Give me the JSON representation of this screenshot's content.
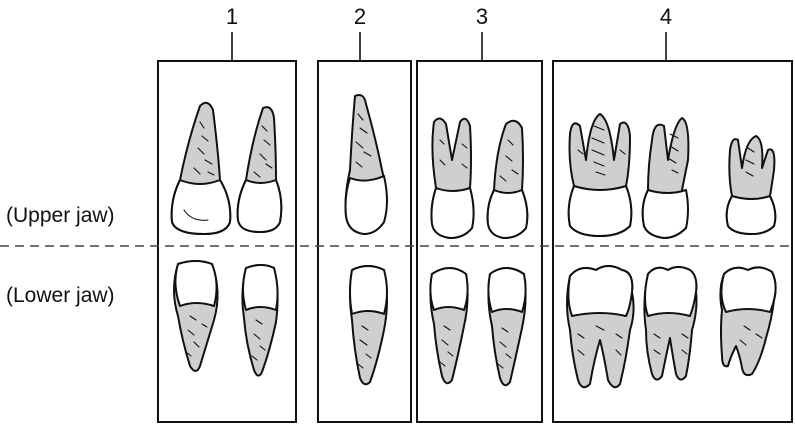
{
  "figure": {
    "group_labels": [
      "1",
      "2",
      "3",
      "4"
    ],
    "jaw_labels": {
      "upper": "(Upper jaw)",
      "lower": "(Lower jaw)"
    },
    "colors": {
      "stroke": "#111111",
      "root_fill": "#cfcfcf",
      "crown_fill": "#ffffff",
      "divider": "#555555"
    }
  }
}
